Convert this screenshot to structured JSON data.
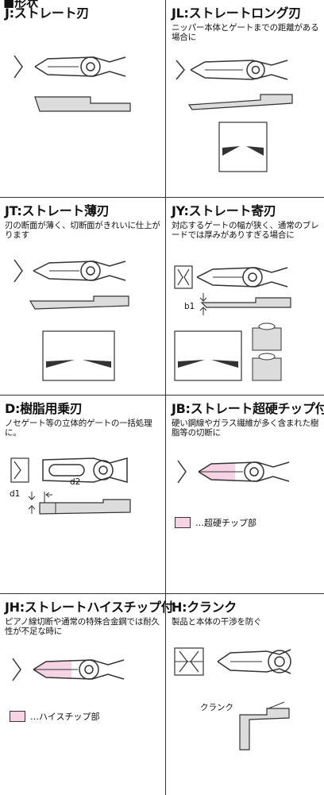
{
  "header": "■形状",
  "cells": [
    {
      "title": "J:ストレート刃",
      "desc": ""
    },
    {
      "title": "JL:ストレートロング刃",
      "desc": "ニッパー本体とゲートまでの距離がある場合に"
    },
    {
      "title": "JT:ストレート薄刃",
      "desc": "刃の断面が薄く、切断面がきれいに仕上がります"
    },
    {
      "title": "JY:ストレート寄刃",
      "desc": "対応するゲートの幅が狭く、通常のブレードでは厚みがありすぎる場合に"
    },
    {
      "title": "D:樹脂用乗刃",
      "desc": "ノセゲート等の立体的ゲートの一括処理に。"
    },
    {
      "title": "JB:ストレート超硬チップ付",
      "desc": "硬い鋼線やガラス繊維が多く含まれた樹脂等の切断に"
    },
    {
      "title": "JH:ストレートハイスチップ付",
      "desc": "ピアノ線切断や通常の特殊合金鋼では耐久性が不足な時に"
    },
    {
      "title": "H:クランク",
      "desc": "製品と本体の干渉を防ぐ"
    }
  ],
  "labels": {
    "b1": "b1",
    "d1": "d1",
    "d2": "d2",
    "crank": "クランク"
  },
  "legend": {
    "carbide": "…超硬チップ部",
    "hss": "…ハイスチップ部"
  },
  "colors": {
    "tip_pink": "#f6d3e3",
    "line": "#333333",
    "fill_gray": "#dcdcdc"
  }
}
